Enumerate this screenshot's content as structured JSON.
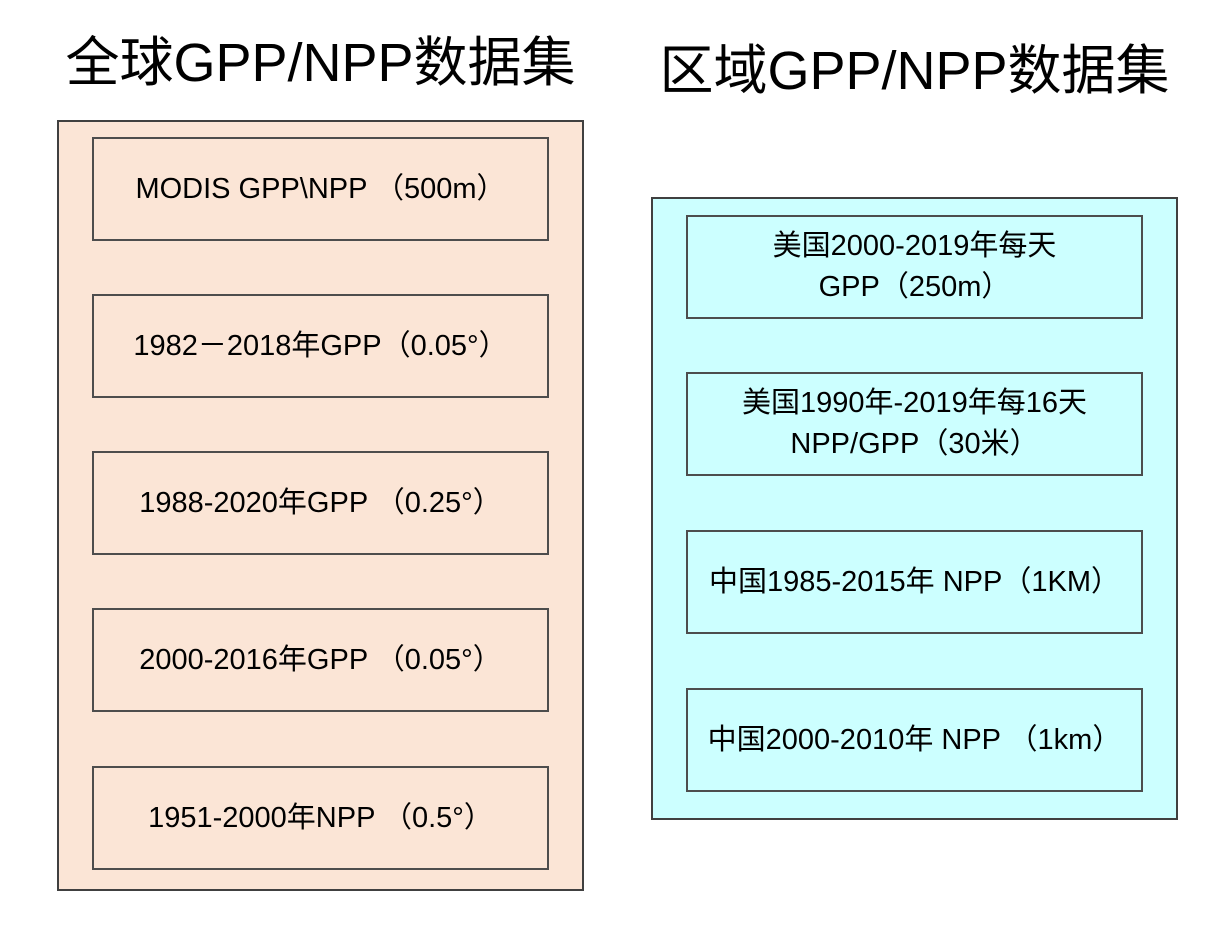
{
  "global": {
    "title": "全球GPP/NPP数据集",
    "panel_color": "#fbe5d6",
    "border_color": "#404040",
    "boxes": [
      {
        "label": "MODIS GPP\\NPP （500m）"
      },
      {
        "label": "1982－2018年GPP（0.05°）"
      },
      {
        "label": "1988-2020年GPP （0.25°）"
      },
      {
        "label": "2000-2016年GPP （0.05°）"
      },
      {
        "label": "1951-2000年NPP （0.5°）"
      }
    ]
  },
  "regional": {
    "title": "区域GPP/NPP数据集",
    "panel_color": "#ccffff",
    "border_color": "#404040",
    "boxes": [
      {
        "label": "美国2000-2019年每天\nGPP（250m）"
      },
      {
        "label": "美国1990年-2019年每16天\nNPP/GPP（30米）"
      },
      {
        "label": "中国1985-2015年 NPP（1KM）"
      },
      {
        "label": "中国2000-2010年 NPP （1km）"
      }
    ]
  }
}
